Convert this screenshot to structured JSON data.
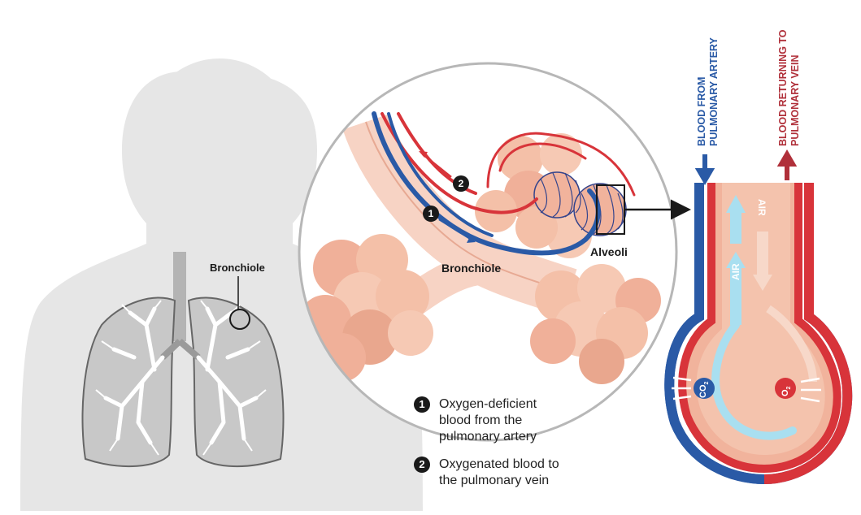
{
  "labels": {
    "bronchiole_body": "Bronchiole",
    "bronchiole_zoom": "Bronchiole",
    "alveoli": "Alveoli",
    "air_up": "AIR",
    "air_down": "AIR",
    "co2": "CO",
    "co2_sub": "2",
    "o2": "O",
    "o2_sub": "2"
  },
  "vertical": {
    "artery_line1": "BLOOD FROM",
    "artery_line2": "PULMONARY ARTERY",
    "vein_line1": "BLOOD RETURNING TO",
    "vein_line2": "PULMONARY VEIN"
  },
  "legend": [
    {
      "num": "1",
      "line1": "Oxygen-deficient",
      "line2": "blood from the",
      "line3": "pulmonary artery"
    },
    {
      "num": "2",
      "line1": "Oxygenated blood to",
      "line2": "the pulmonary vein"
    }
  ],
  "markers": {
    "one": "1",
    "two": "2"
  },
  "colors": {
    "artery_blue": "#2a5aa6",
    "vein_red": "#d8343a",
    "silhouette": "#e6e6e6",
    "lung": "#c8c8c8",
    "alveoli": "#f3b79d",
    "air_arrow": "#a9dff0"
  }
}
